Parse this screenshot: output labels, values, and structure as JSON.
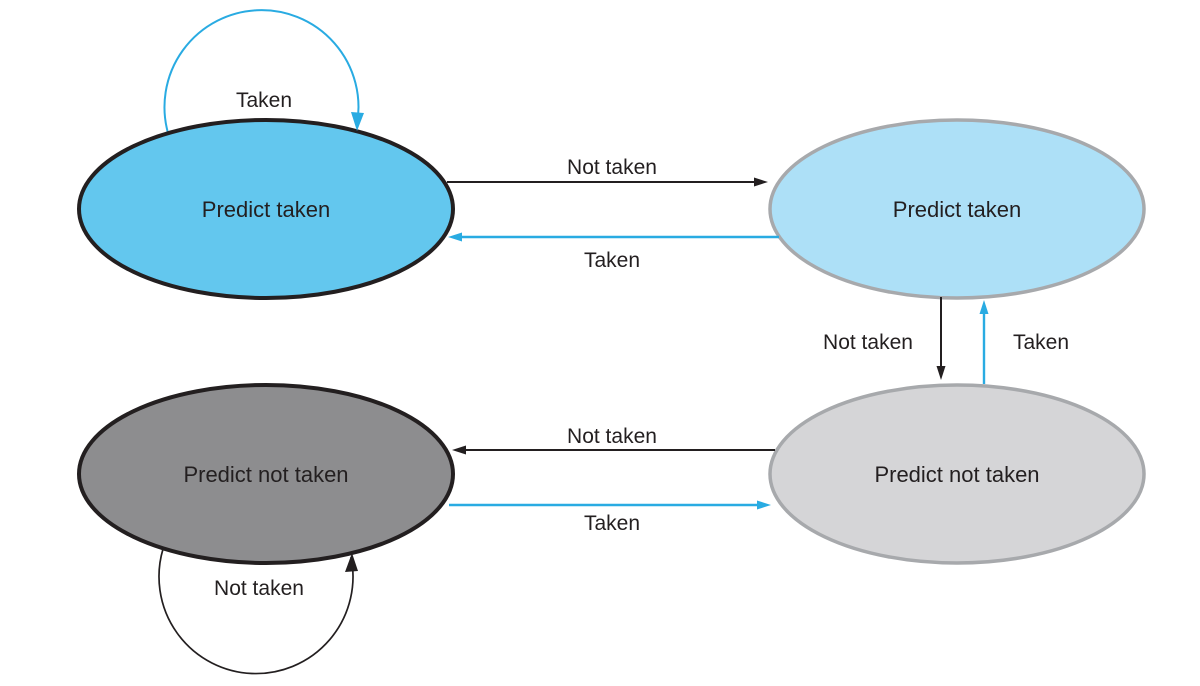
{
  "colors": {
    "background": "#FFFFFF",
    "strong_taken_fill": "#63C7EE",
    "weak_taken_fill": "#ADE0F7",
    "strong_not_taken_fill": "#8D8D8F",
    "weak_not_taken_fill": "#D5D5D7",
    "black_outline": "#231F20",
    "gray_outline": "#A7A9AC",
    "taken_arrow": "#29ABE2",
    "not_taken_arrow": "#231F20",
    "text": "#231F20"
  },
  "states": {
    "strong_taken": {
      "label": "Predict taken"
    },
    "weak_taken": {
      "label": "Predict taken"
    },
    "strong_not_taken": {
      "label": "Predict not taken"
    },
    "weak_not_taken": {
      "label": "Predict not taken"
    }
  },
  "transitions": {
    "strong_taken_self": {
      "label": "Taken"
    },
    "strong_taken_to_weak_taken": {
      "label": "Not taken"
    },
    "weak_taken_to_strong_taken": {
      "label": "Taken"
    },
    "weak_taken_to_weak_not_taken": {
      "label": "Not taken"
    },
    "weak_not_taken_to_weak_taken": {
      "label": "Taken"
    },
    "weak_not_taken_to_strong_not_taken": {
      "label": "Not taken"
    },
    "strong_not_taken_to_weak_not_taken": {
      "label": "Taken"
    },
    "strong_not_taken_self": {
      "label": "Not taken"
    }
  }
}
